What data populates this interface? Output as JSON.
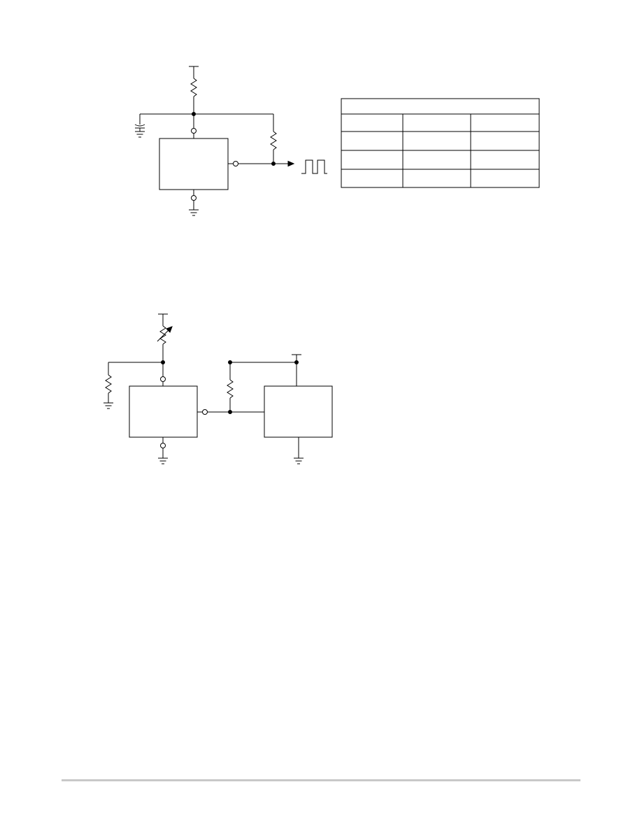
{
  "figures": [
    {
      "name": "oscillator-circuit",
      "components": [
        "supply-terminal",
        "pullup-resistor",
        "timing-capacitor",
        "ic-block",
        "output-pullup-resistor",
        "square-wave-output",
        "ground"
      ]
    },
    {
      "name": "threshold-circuit",
      "components": [
        "supply-terminal",
        "variable-resistor",
        "bias-resistor",
        "ic-block",
        "pullup-resistor",
        "logic-block",
        "ground"
      ]
    }
  ],
  "table": {
    "header": "",
    "columns": [
      "",
      "",
      ""
    ],
    "rows": [
      [
        "",
        "",
        ""
      ],
      [
        "",
        "",
        ""
      ],
      [
        "",
        "",
        ""
      ]
    ]
  },
  "colors": {
    "ink": "#000000",
    "footer_rule": "#c8c8c8"
  }
}
